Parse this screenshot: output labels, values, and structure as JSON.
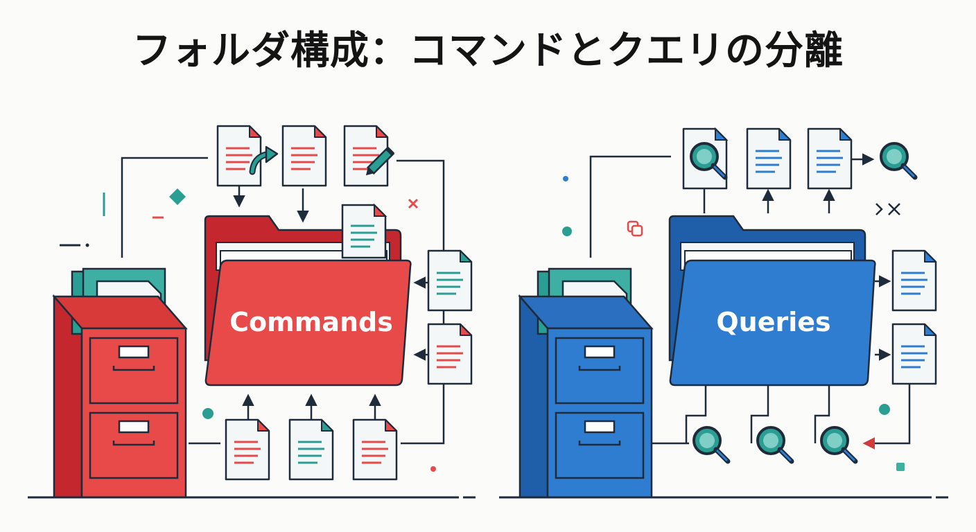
{
  "title": "フォルダ構成：コマンドとクエリの分離",
  "colors": {
    "command_red": "#e84a4a",
    "command_red_dark": "#c4282e",
    "query_blue": "#2f7dd1",
    "query_blue_dark": "#1f5ea8",
    "teal": "#2b9e94",
    "ink": "#1e2b3a",
    "paper": "#eef4f6"
  },
  "panels": {
    "commands": {
      "label": "Commands",
      "folder_icon": "red-folder-icon",
      "cabinet_icon": "red-filing-cabinet-icon",
      "document_icons": [
        "document-share-icon",
        "document-icon",
        "document-edit-icon",
        "document-icon",
        "document-icon",
        "document-icon",
        "document-icon",
        "document-icon"
      ]
    },
    "queries": {
      "label": "Queries",
      "folder_icon": "blue-folder-icon",
      "cabinet_icon": "blue-filing-cabinet-icon",
      "document_icons": [
        "document-search-icon",
        "document-icon",
        "document-icon",
        "magnifier-icon",
        "document-icon",
        "document-icon",
        "magnifier-icon",
        "magnifier-icon",
        "magnifier-icon"
      ]
    }
  }
}
